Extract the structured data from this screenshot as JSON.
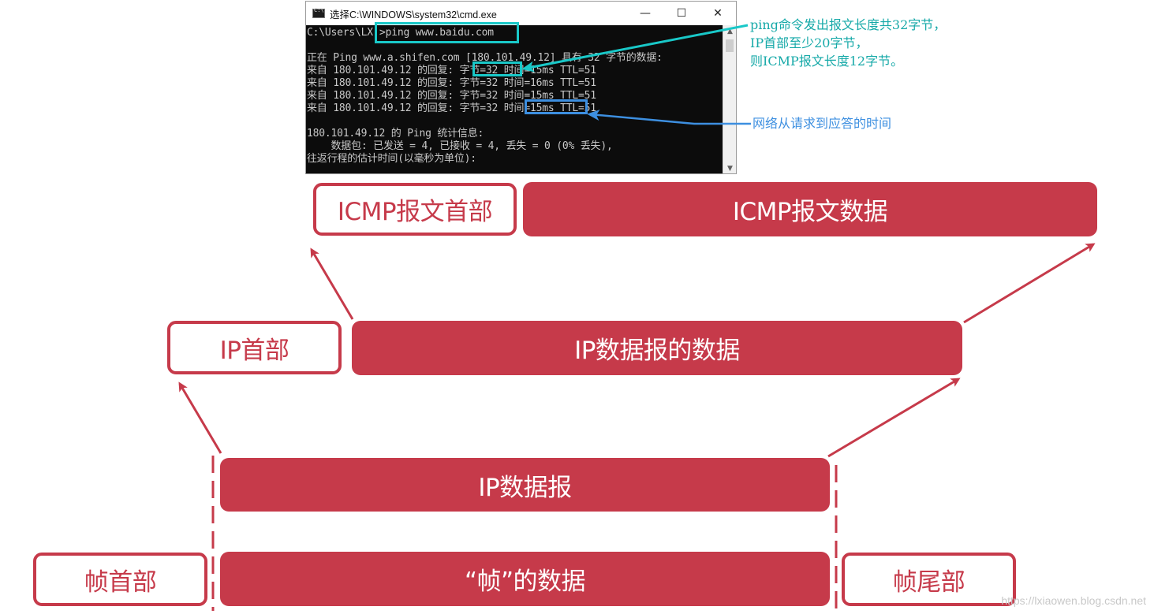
{
  "cmd_window": {
    "title": "选择C:\\WINDOWS\\system32\\cmd.exe",
    "controls": {
      "minimize": "—",
      "maximize": "☐",
      "close": "✕"
    },
    "lines": [
      "C:\\Users\\LX",
      "",
      "正在 Ping www.a.shifen.com [180.101.49.12] 具有 32 字节的数据:",
      "来自 180.101.49.12 的回复: 字节=32 时间=15ms TTL=51",
      "来自 180.101.49.12 的回复: 字节=32 时间=16ms TTL=51",
      "来自 180.101.49.12 的回复: 字节=32 时间=15ms TTL=51",
      "来自 180.101.49.12 的回复: 字节=32 时间=15ms TTL=51",
      "",
      "180.101.49.12 的 Ping 统计信息:",
      "    数据包: 已发送 = 4, 已接收 = 4, 丢失 = 0 (0% 丢失),",
      "往返行程的估计时间(以毫秒为单位):"
    ],
    "command": ">ping www.baidu.com"
  },
  "annotations": {
    "size_note": "ping命令发出报文长度共32字节，\nIP首部至少20字节，\n则ICMP报文长度12字节。",
    "time_note": "网络从请求到应答的时间"
  },
  "diagram": {
    "icmp_header": "ICMP报文首部",
    "icmp_data": "ICMP报文数据",
    "ip_header": "IP首部",
    "ip_payload": "IP数据报的数据",
    "ip_datagram": "IP数据报",
    "frame_header": "帧首部",
    "frame_data": "“帧”的数据",
    "frame_trailer": "帧尾部"
  },
  "colors": {
    "accent_red": "#c63a4a",
    "highlight_cyan": "#19c8c8",
    "highlight_blue": "#3d8fe0"
  },
  "watermark": "https://lxiaowen.blog.csdn.net"
}
